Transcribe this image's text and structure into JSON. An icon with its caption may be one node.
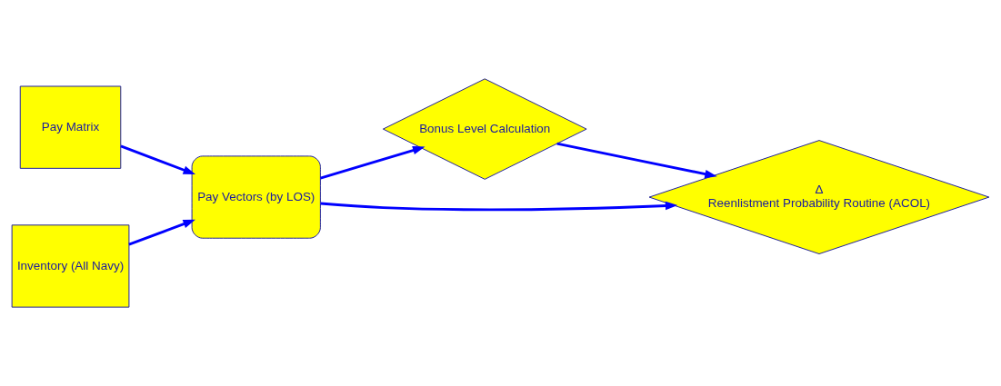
{
  "diagram": {
    "nodes": [
      {
        "text": [
          "Pay Matrix"
        ]
      },
      {
        "text": [
          "Inventory (All Navy)"
        ]
      },
      {
        "text": [
          "Pay Vectors (by LOS)"
        ]
      },
      {
        "text": [
          "Bonus Level Calculation"
        ]
      },
      {
        "text": [
          "Δ",
          "Reenlistment Probability Routine (ACOL)"
        ]
      }
    ],
    "edges": [
      {
        "from": 0,
        "to": 2,
        "arrow": "to"
      },
      {
        "from": 1,
        "to": 2,
        "arrow": "to"
      },
      {
        "from": 2,
        "to": 4,
        "arrow": "to"
      },
      {
        "from": 2,
        "to": 3,
        "arrow": "to"
      },
      {
        "from": 3,
        "to": 4,
        "arrow": "to"
      }
    ]
  }
}
